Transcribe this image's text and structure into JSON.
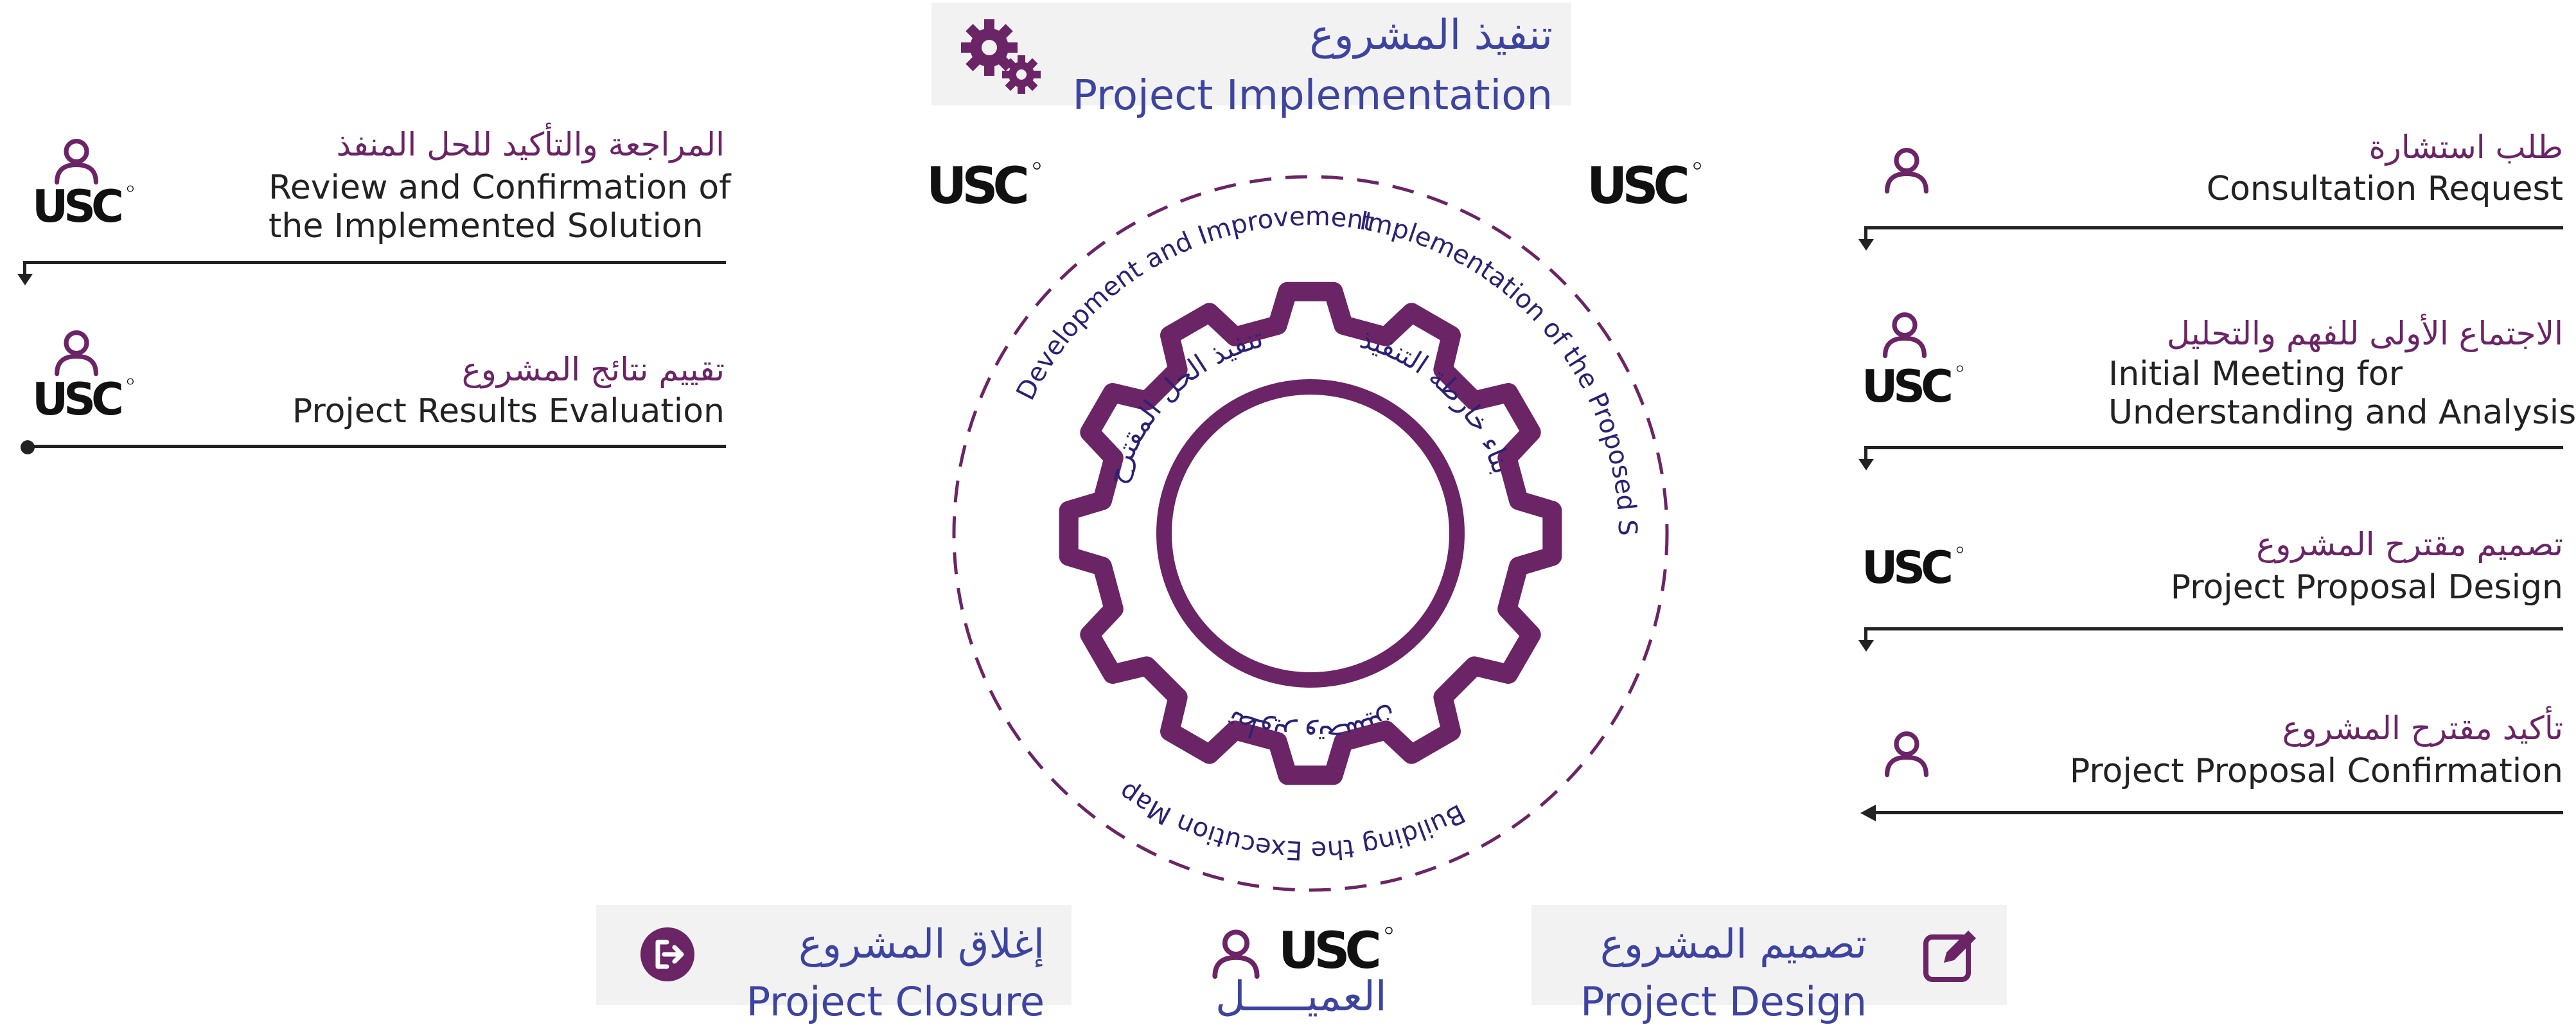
{
  "colors": {
    "purple": "#6b2466",
    "blue": "#3d44a0",
    "dark": "#222222",
    "panel": "#f2f2f2",
    "ring_text": "#2c2173"
  },
  "logo_text": "USC",
  "top_phase": {
    "ar": "تنفيذ المشروع",
    "en": "Project Implementation",
    "icon": "gears-icon"
  },
  "bottom_left_phase": {
    "ar": "إغلاق المشروع",
    "en": "Project Closure",
    "icon": "exit-icon"
  },
  "bottom_right_phase": {
    "ar": "تصميم المشروع",
    "en": "Project Design",
    "icon": "edit-icon"
  },
  "client": {
    "ar": "العميـــــل",
    "icon": "person-icon"
  },
  "left_steps": [
    {
      "ar": "المراجعة والتأكيد للحل المنفذ",
      "en_line1": "Review and Confirmation of",
      "en_line2": "the Implemented Solution"
    },
    {
      "ar": "تقييم نتائج المشروع",
      "en_line1": "Project Results Evaluation"
    }
  ],
  "right_steps": [
    {
      "ar": "طلب استشارة",
      "en_line1": "Consultation Request"
    },
    {
      "ar": "الاجتماع الأولى للفهم والتحليل",
      "en_line1": "Initial Meeting for",
      "en_line2": "Understanding and Analysis"
    },
    {
      "ar": "تصميم مقترح المشروع",
      "en_line1": "Project Proposal Design"
    },
    {
      "ar": "تأكيد مقترح المشروع",
      "en_line1": "Project Proposal Confirmation"
    }
  ],
  "outer_ring": {
    "development": "Development and Improvement",
    "implementation": "Implementation of the Proposed Solution",
    "building": "Building the Execution Map"
  },
  "inner_ring": {
    "ar_implement": "تنفيذ الحل المقترح",
    "ar_build": "بناء خارطة التنفيذ",
    "ar_improve": "تطوير وتحسين"
  }
}
